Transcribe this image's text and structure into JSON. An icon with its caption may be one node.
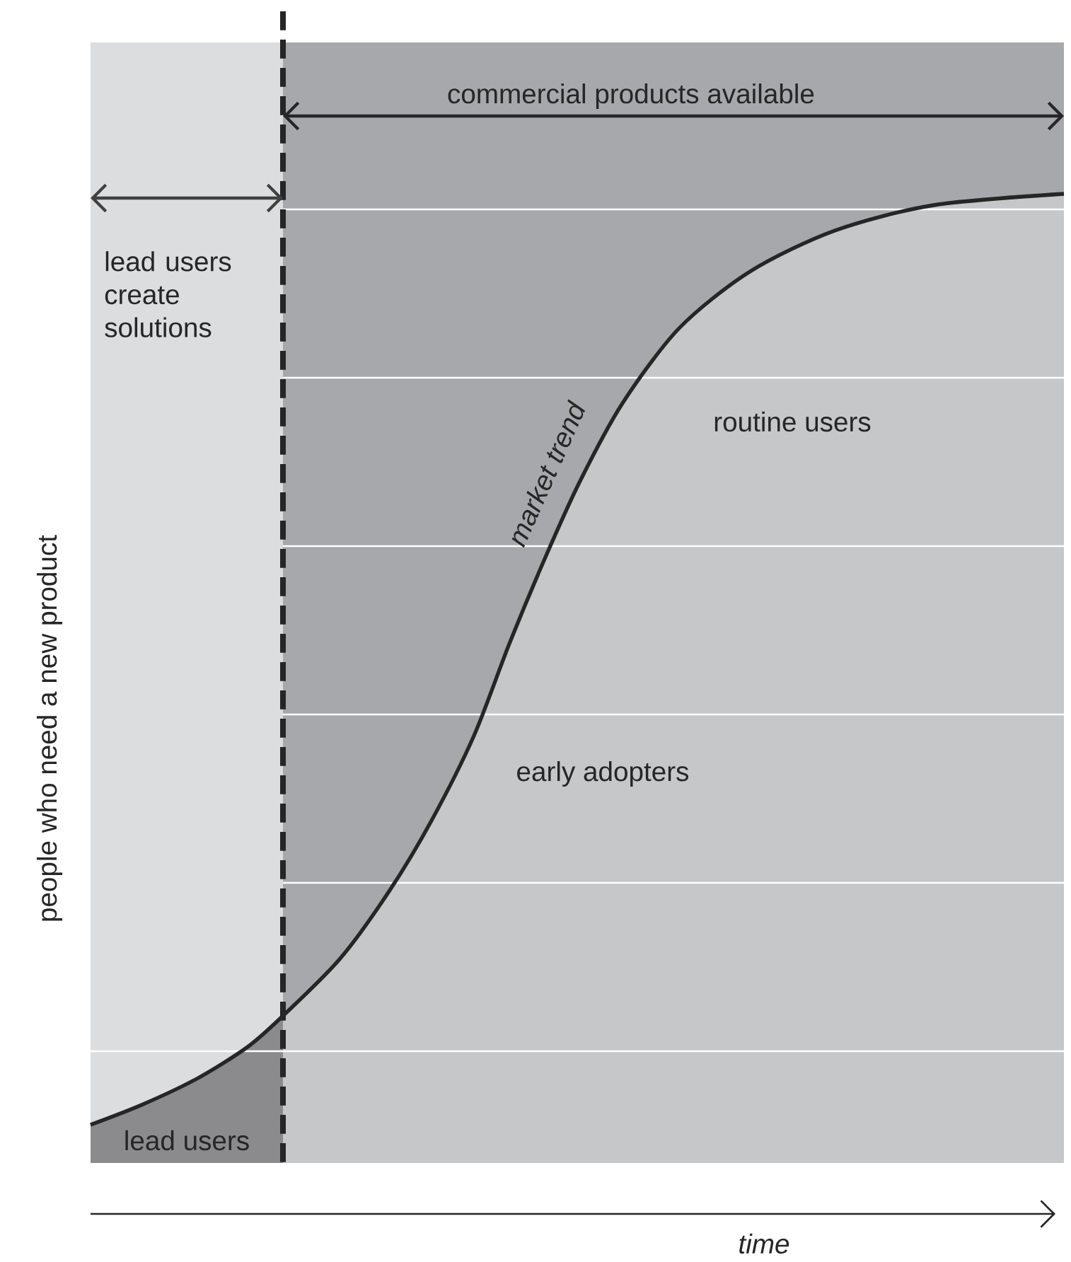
{
  "diagram": {
    "labels": [
      "commercial products available",
      "lead users create solutions",
      "routine users",
      "market trend",
      "early adopters",
      "people who need a new product",
      "lead users",
      "time"
    ]
  }
}
